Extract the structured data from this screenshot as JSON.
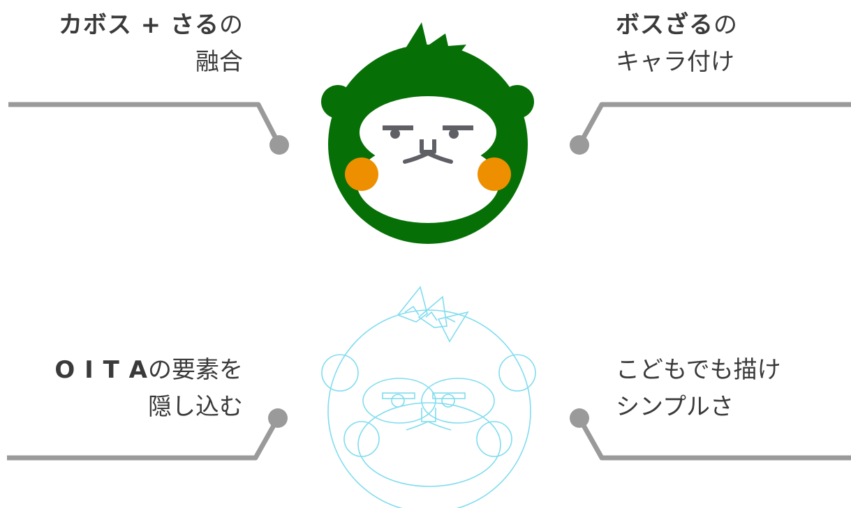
{
  "labels": {
    "top_left": {
      "bold": "カボス + さる",
      "suffix": "の",
      "line2": "融合"
    },
    "top_right": {
      "bold": "ボスざる",
      "suffix": "の",
      "line2": "キャラ付け"
    },
    "bottom_left": {
      "bold": "O I T A",
      "suffix": "の要素を",
      "line2": "隠し込む"
    },
    "bottom_right": {
      "line1": "こどもでも描け",
      "line2": "シンプルさ"
    }
  },
  "colors": {
    "face_green": "#067006",
    "face_white": "#ffffff",
    "cheek_orange": "#ee8f00",
    "feature_gray": "#5f5f66",
    "connector_gray": "#9a9a9a",
    "sketch_cyan": "#7fdcef"
  }
}
